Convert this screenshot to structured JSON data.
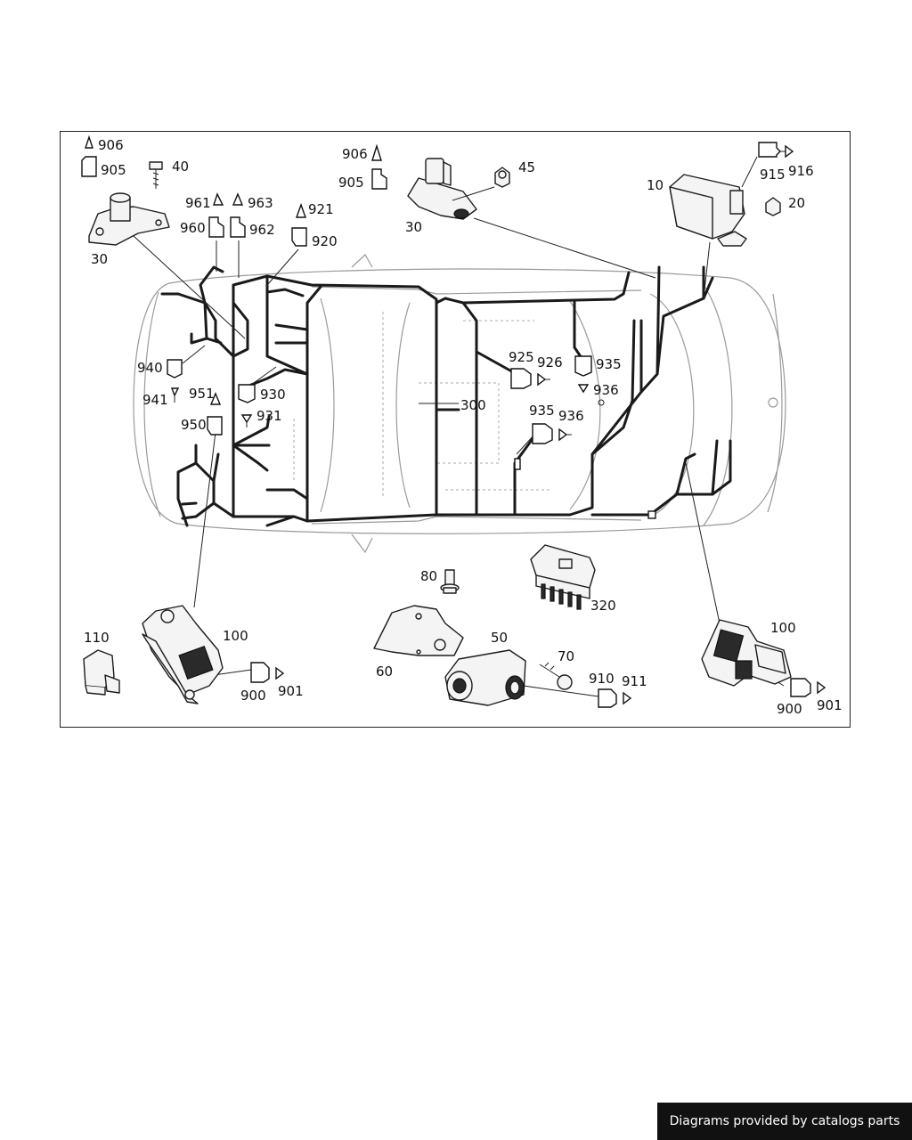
{
  "footer": {
    "text": "Diagrams provided by catalogs parts",
    "bg": "#111111",
    "fg": "#ffffff"
  },
  "callouts": {
    "c906a": "906",
    "c905a": "905",
    "c40": "40",
    "c30a": "30",
    "c961": "961",
    "c963": "963",
    "c960": "960",
    "c962": "962",
    "c921": "921",
    "c920": "920",
    "c906b": "906",
    "c905b": "905",
    "c45": "45",
    "c30b": "30",
    "c10": "10",
    "c915": "915",
    "c916": "916",
    "c20": "20",
    "c940": "940",
    "c941": "941",
    "c951": "951",
    "c950": "950",
    "c930": "930",
    "c931": "931",
    "c925": "925",
    "c926": "926",
    "c935a": "935",
    "c936a": "936",
    "c300": "300",
    "c935b": "935",
    "c936b": "936",
    "c80": "80",
    "c320": "320",
    "c110": "110",
    "c100a": "100",
    "c900a": "900",
    "c901a": "901",
    "c60": "60",
    "c50": "50",
    "c70": "70",
    "c910": "910",
    "c911": "911",
    "c100b": "100",
    "c900b": "900",
    "c901b": "901"
  },
  "icons": {
    "connector": "connector-icon",
    "plug": "plug-icon",
    "pin": "pin-icon",
    "screw": "screw-icon",
    "nut": "nut-icon"
  }
}
